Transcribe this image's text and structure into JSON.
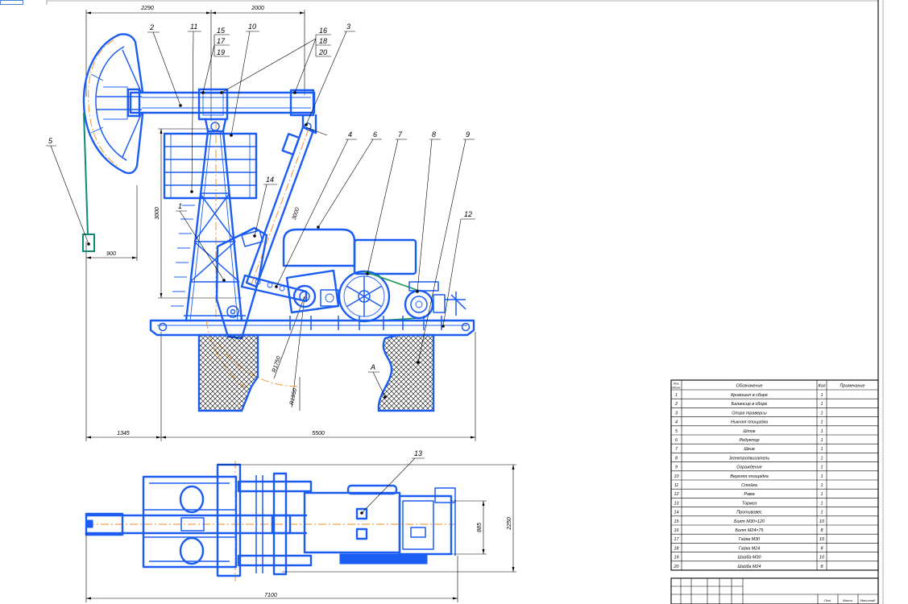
{
  "colors": {
    "line": "#1b5cf2",
    "center": "#f08a1c",
    "rod": "#0e8a74",
    "belt": "#1f9a55"
  },
  "dimensions": {
    "d2290": "2290",
    "d2000": "2000",
    "d3000": "3000",
    "d900": "900",
    "d1345": "1345",
    "d5500": "5500",
    "d7100": "7100",
    "d2250": "2250",
    "d885": "885",
    "r1750": "R1750",
    "r1950": "R1950",
    "rod3000": "3000"
  },
  "callouts": {
    "c1": "1",
    "c2": "2",
    "c3": "3",
    "c4": "4",
    "c5": "5",
    "c6": "6",
    "c7": "7",
    "c8": "8",
    "c9": "9",
    "c10": "10",
    "c11": "11",
    "c12": "12",
    "c13": "13",
    "c14": "14",
    "c15": "15",
    "c16": "16",
    "c17": "17",
    "c18": "18",
    "c19": "19",
    "c20": "20",
    "cA": "A"
  },
  "parts_table": {
    "header": {
      "pos_1": "Поз.",
      "pos_2": "обозн.",
      "name": "Обозначение",
      "qty": "Кол",
      "note": "Примечание"
    },
    "rows": [
      {
        "pos": "1",
        "name": "Кривошип в сборе",
        "qty": "1"
      },
      {
        "pos": "2",
        "name": "Балансир в сборе",
        "qty": "1"
      },
      {
        "pos": "3",
        "name": "Опора траверсы",
        "qty": "1"
      },
      {
        "pos": "4",
        "name": "Нижняя площадка",
        "qty": "1"
      },
      {
        "pos": "5",
        "name": "Шток",
        "qty": "1"
      },
      {
        "pos": "6",
        "name": "Редуктор",
        "qty": "1"
      },
      {
        "pos": "7",
        "name": "Шкив",
        "qty": "1"
      },
      {
        "pos": "8",
        "name": "Электродвигатель",
        "qty": "1"
      },
      {
        "pos": "9",
        "name": "Ограждение",
        "qty": "1"
      },
      {
        "pos": "10",
        "name": "Верхняя площадка",
        "qty": "1"
      },
      {
        "pos": "11",
        "name": "Стойка",
        "qty": "1"
      },
      {
        "pos": "12",
        "name": "Рама",
        "qty": "1"
      },
      {
        "pos": "13",
        "name": "Тормоз",
        "qty": "1"
      },
      {
        "pos": "14",
        "name": "Противовес",
        "qty": "1"
      },
      {
        "pos": "15",
        "name": "Болт М30×120",
        "qty": "10"
      },
      {
        "pos": "16",
        "name": "Болт М24×75",
        "qty": "8"
      },
      {
        "pos": "17",
        "name": "Гайка М30",
        "qty": "10"
      },
      {
        "pos": "18",
        "name": "Гайка М24",
        "qty": "8"
      },
      {
        "pos": "19",
        "name": "Шайба М30",
        "qty": "10"
      },
      {
        "pos": "20",
        "name": "Шайба М24",
        "qty": "8"
      }
    ]
  },
  "title_block": {
    "lit": "Лит",
    "mass": "Масса",
    "scale": "Масштаб"
  }
}
